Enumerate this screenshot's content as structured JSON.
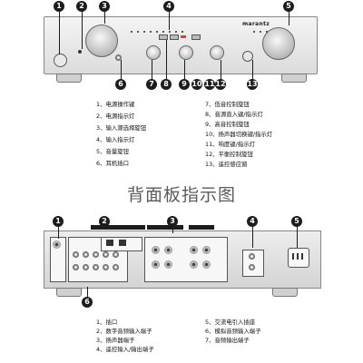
{
  "front_panel": {
    "brand": "marantz",
    "callouts": [
      "1",
      "2",
      "3",
      "4",
      "5",
      "6",
      "7",
      "8",
      "9",
      "10",
      "11",
      "12",
      "13"
    ]
  },
  "front_legend": {
    "left": [
      "1、电源操作键",
      "2、电源指示灯",
      "3、输入源选择旋钮",
      "4、输入指示灯",
      "5、音量旋钮",
      "6、耳机插口"
    ],
    "right": [
      "7、低音控制旋钮",
      "8、音源直入键/指示灯",
      "9、高音控制旋钮",
      "10、扬声器切换键/指示灯",
      "11、响度键/指示灯",
      "12、平衡控制旋钮",
      "13、遥控感应窗"
    ]
  },
  "section_title": "背面板指示图",
  "rear_panel": {
    "callouts": [
      "1",
      "2",
      "3",
      "4",
      "5",
      "6"
    ]
  },
  "rear_legend": {
    "left": [
      "1、插口",
      "2、数字音频输入端子",
      "3、扬声器端子",
      "4、遥控输入/输出端子"
    ],
    "right": [
      "5、交流电引入插座",
      "6、模拟音频输入端子",
      "7、音频输出端子"
    ]
  }
}
